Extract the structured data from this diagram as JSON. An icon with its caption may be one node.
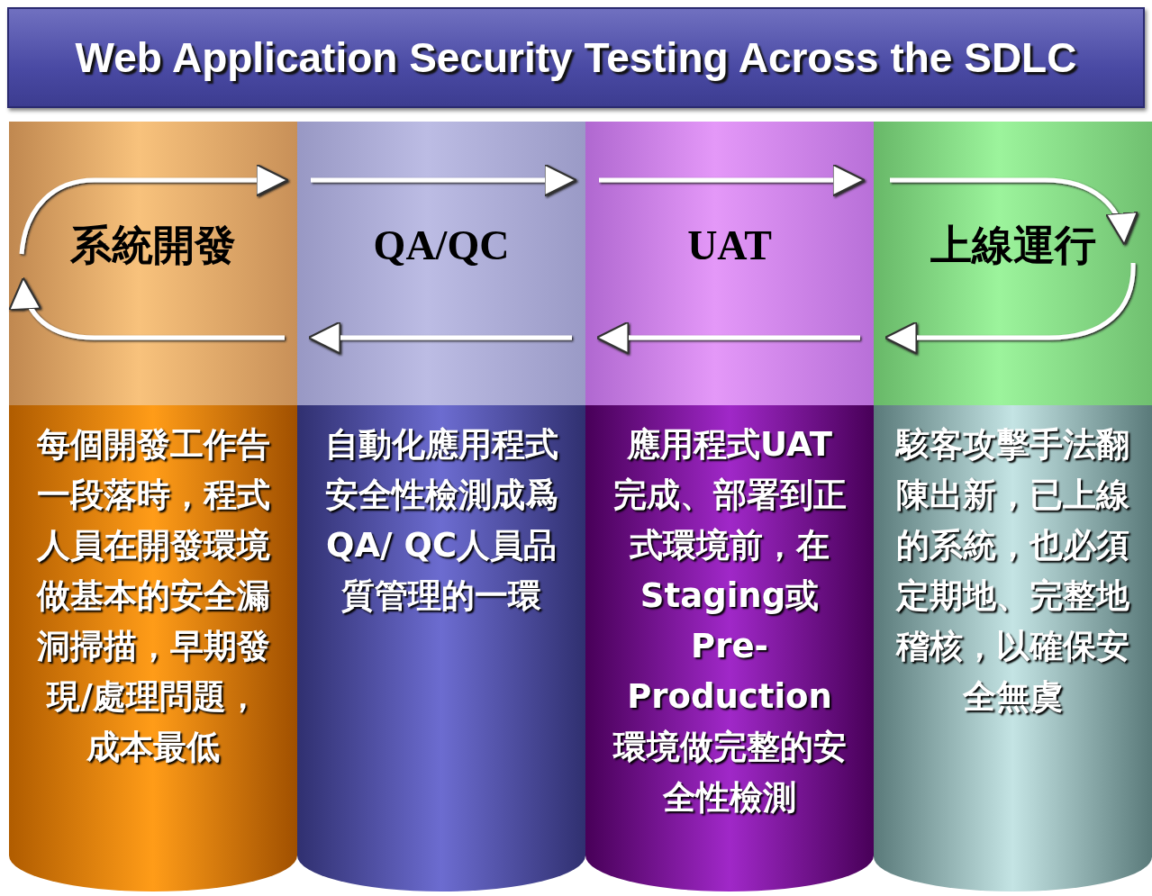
{
  "diagram": {
    "title": "Web Application Security Testing Across the SDLC",
    "nodes": [
      {
        "text": [
          "系統開發"
        ]
      },
      {
        "text": [
          "QA/QC"
        ]
      },
      {
        "text": [
          "UAT"
        ]
      },
      {
        "text": [
          "上線運行"
        ]
      },
      {
        "text": [
          "每個開發工作告一段落時，程式人員在開發環境做基本的安全漏洞掃描，早期發現/處理問題，成本最低"
        ]
      },
      {
        "text": [
          "自動化應用程式安全性檢測成爲QA/ QC人員品質管理的一環"
        ]
      },
      {
        "text": [
          "應用程式UAT完成、部署到正式環境前，在Staging或Pre-Production環境做完整的安全性檢測"
        ]
      },
      {
        "text": [
          "駭客攻擊手法翻陳出新，已上線的系統，也必須定期地、完整地稽核，以確保安全無虞"
        ]
      }
    ],
    "edges": [
      {
        "from": 0,
        "to": 1,
        "arrow": "to"
      },
      {
        "from": 1,
        "to": 2,
        "arrow": "to"
      },
      {
        "from": 2,
        "to": 3,
        "arrow": "to"
      },
      {
        "from": 3,
        "to": 3,
        "arrow": "to"
      },
      {
        "from": 3,
        "to": 2,
        "arrow": "to"
      },
      {
        "from": 2,
        "to": 1,
        "arrow": "to"
      },
      {
        "from": 1,
        "to": 0,
        "arrow": "to"
      },
      {
        "from": 0,
        "to": 0,
        "arrow": "to"
      }
    ]
  }
}
